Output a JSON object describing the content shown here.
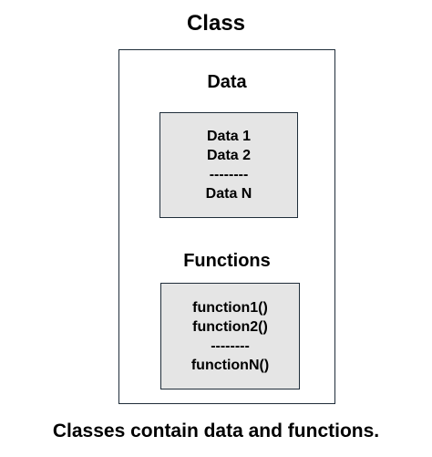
{
  "diagram": {
    "title": "Class",
    "data_section": {
      "label": "Data",
      "items": [
        "Data 1",
        "Data 2",
        "--------",
        "Data N"
      ]
    },
    "functions_section": {
      "label": "Functions",
      "items": [
        "function1()",
        "function2()",
        "--------",
        "functionN()"
      ]
    },
    "caption": "Classes contain data and functions."
  }
}
